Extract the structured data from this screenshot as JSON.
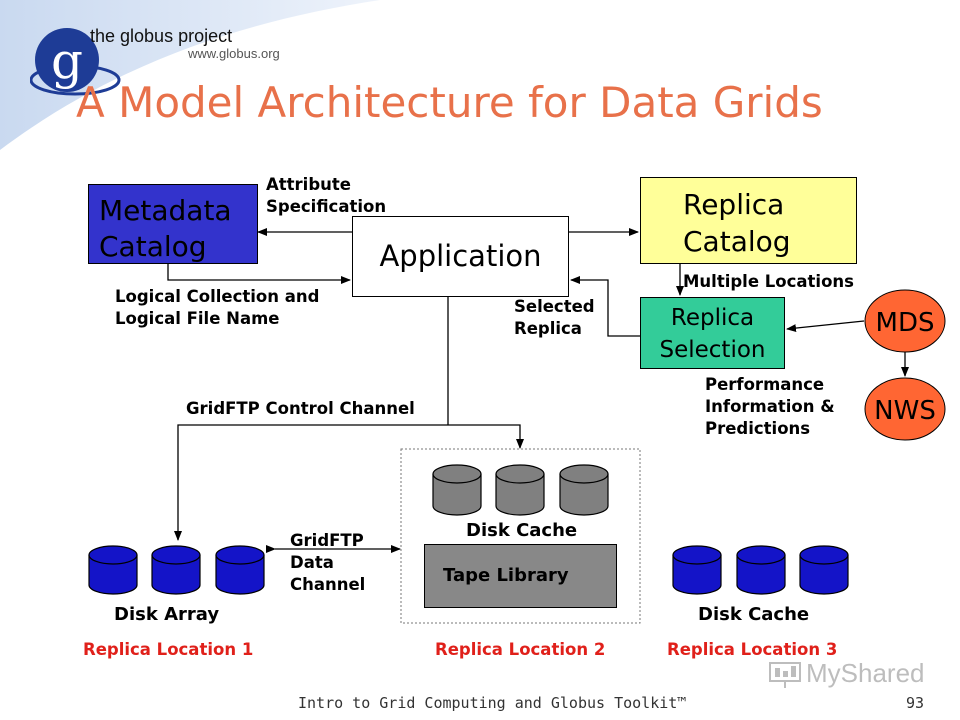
{
  "header": {
    "logo_letter": "g",
    "logo_name": "the globus project",
    "logo_url": "www.globus.org",
    "title": "A Model Architecture for Data Grids"
  },
  "nodes": {
    "metadata_catalog": [
      "Metadata",
      "Catalog"
    ],
    "application": "Application",
    "replica_catalog": [
      "Replica",
      "Catalog"
    ],
    "replica_selection": [
      "Replica",
      "Selection"
    ],
    "mds": "MDS",
    "nws": "NWS",
    "tape_library": "Tape Library"
  },
  "labels": {
    "attribute_spec": [
      "Attribute",
      "Specification"
    ],
    "logical_collection": [
      "Logical Collection and",
      "Logical File Name"
    ],
    "selected_replica": [
      "Selected",
      "Replica"
    ],
    "multiple_locations": "Multiple Locations",
    "performance": [
      "Performance",
      "Information &",
      "Predictions"
    ],
    "gridftp_control": "GridFTP Control Channel",
    "gridftp_data": [
      "GridFTP",
      "Data",
      "Channel"
    ],
    "disk_array": "Disk Array",
    "disk_cache_mid": "Disk Cache",
    "disk_cache_right": "Disk Cache"
  },
  "locations": [
    "Replica Location 1",
    "Replica Location 2",
    "Replica Location 3"
  ],
  "footer": {
    "text": "Intro to Grid Computing and Globus Toolkit™",
    "page": "93",
    "watermark": "MyShared"
  },
  "colors": {
    "title": "#E8714A",
    "metadata_fill": "#3333CC",
    "replica_catalog_fill": "#FFFF99",
    "replica_selection_fill": "#33CC99",
    "mds_nws_fill": "#FF6633",
    "tape_fill": "#888888",
    "disk_blue": "#1414C8",
    "disk_gray": "#808080",
    "location_red": "#E0201A"
  }
}
